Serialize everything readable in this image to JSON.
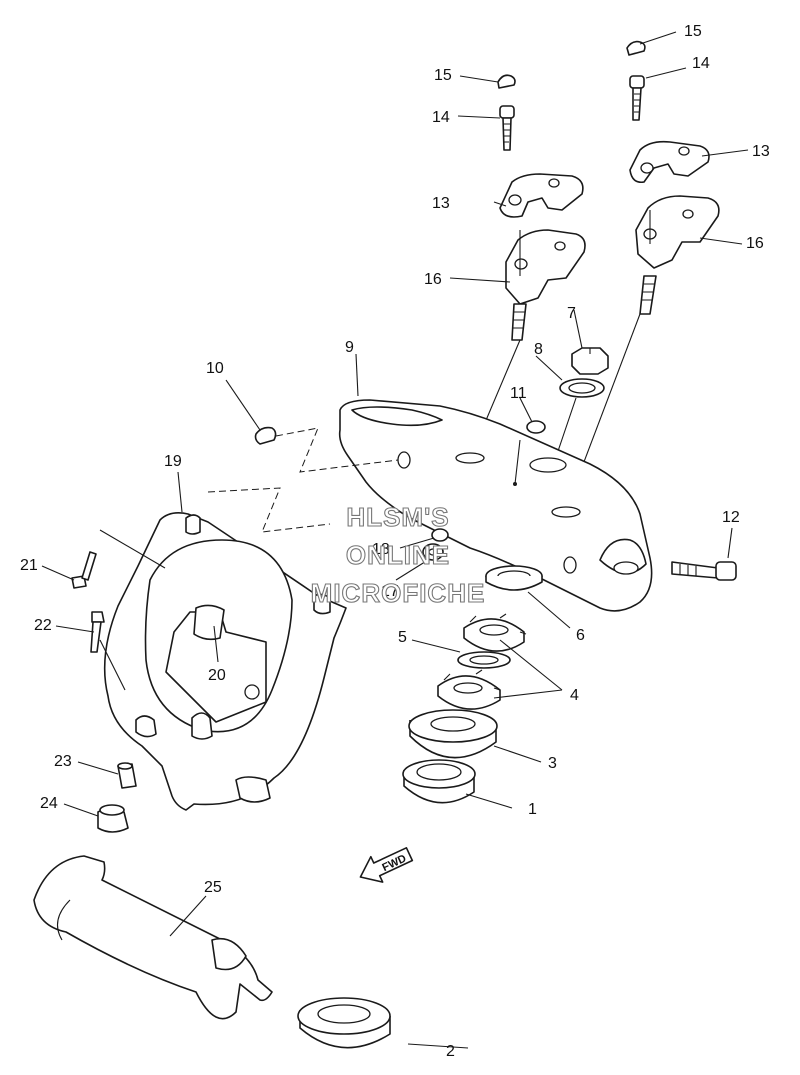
{
  "watermark": {
    "line1": "HLSM'S",
    "line2": "ONLINE",
    "line3": "MICROFICHE"
  },
  "direction_label": "FWD",
  "callouts": [
    "1",
    "2",
    "3",
    "4",
    "5",
    "6",
    "7",
    "8",
    "9",
    "10",
    "11",
    "12",
    "13",
    "13",
    "14",
    "14",
    "15",
    "15",
    "16",
    "16",
    "17",
    "18",
    "19",
    "20",
    "21",
    "22",
    "23",
    "24",
    "25"
  ]
}
